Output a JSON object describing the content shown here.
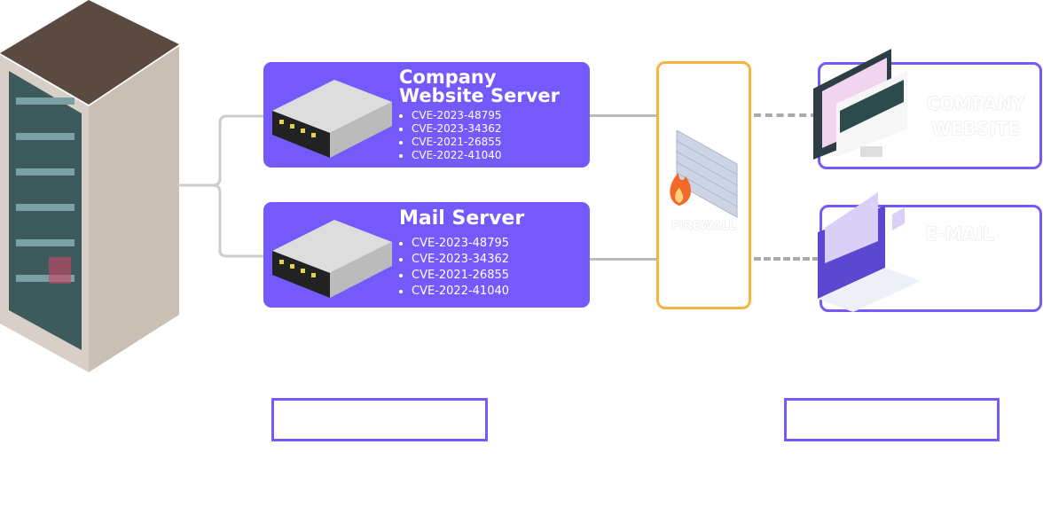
{
  "servers": [
    {
      "title_line1": "Company",
      "title_line2": "Website Server",
      "cves": [
        "CVE-2023-48795",
        "CVE-2023-34362",
        "CVE-2021-26855",
        "CVE-2022-41040"
      ]
    },
    {
      "title_line1": "Mail Server",
      "title_line2": "",
      "cves": [
        "CVE-2023-48795",
        "CVE-2023-34362",
        "CVE-2021-26855",
        "CVE-2022-41040"
      ]
    }
  ],
  "firewall": {
    "label": "FIREWALL"
  },
  "targets": [
    {
      "label_line1": "COMPANY",
      "label_line2": "WEBSITE"
    },
    {
      "label_line1": "E-MAIL",
      "label_line2": ""
    }
  ],
  "colors": {
    "accent": "#7559fb",
    "firewall": "#f7b540"
  }
}
